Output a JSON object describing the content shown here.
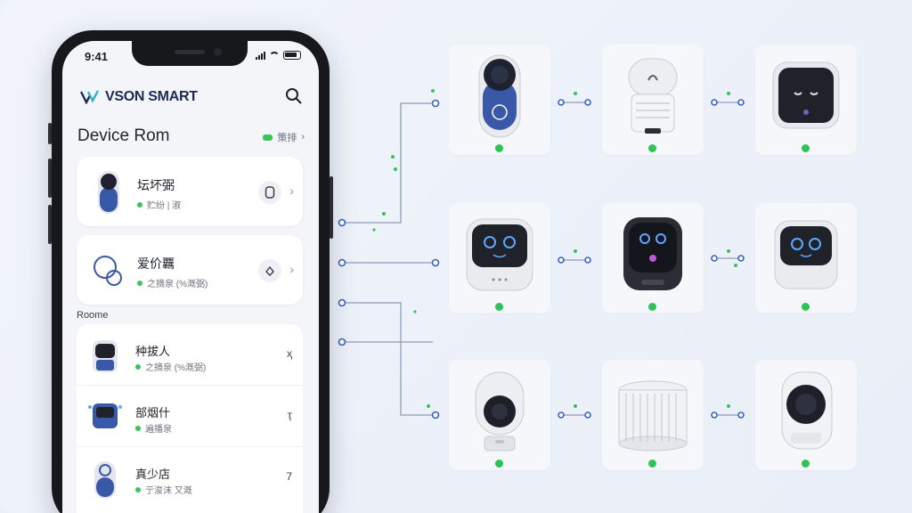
{
  "status_bar": {
    "time": "9:41"
  },
  "app": {
    "brand": "VSON SMART"
  },
  "devices_section": {
    "title": "Device Rom",
    "status_label": "策排"
  },
  "cards": [
    {
      "name": "坛坏弼",
      "status": "贮纷 | 淑"
    },
    {
      "name": "爱价覊",
      "status": "之摘泉 (%溉弼)"
    }
  ],
  "rooms_label": "Roome",
  "rooms": [
    {
      "name": "种拔人",
      "status": "之摘泉 (%溉弼)",
      "count": "ҳ"
    },
    {
      "name": "部烟什",
      "status": "遍播泉",
      "count": "ҭ"
    },
    {
      "name": "真少店",
      "status": "亍浚沫 又溉",
      "count": "7"
    }
  ],
  "icons": {
    "search": "search-icon",
    "chevron": "chevron-right-icon",
    "status": "status-dot-icon"
  },
  "colors": {
    "brand": "#1e2a55",
    "accent_blue": "#3a62c0",
    "online_green": "#2fc255",
    "phone_body": "#16181c"
  }
}
